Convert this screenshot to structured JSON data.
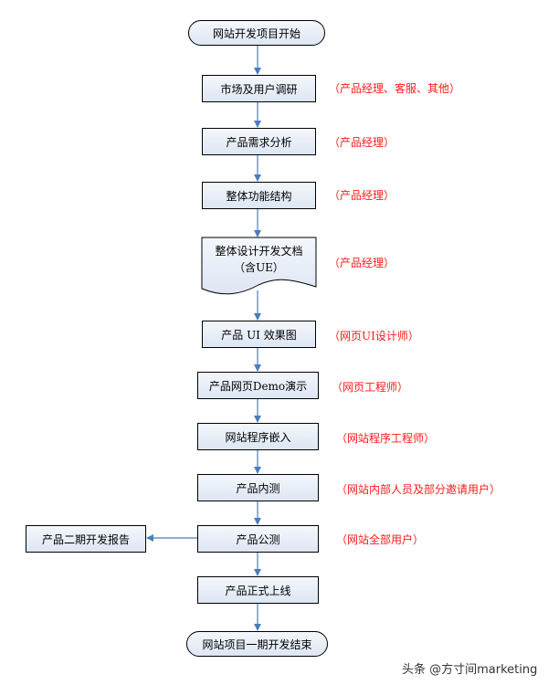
{
  "flow": {
    "start": "网站开发项目开始",
    "research": "市场及用户调研",
    "requirements": "产品需求分析",
    "structure": "整体功能结构",
    "design_doc_line1": "整体设计开发文档",
    "design_doc_line2": "（含UE）",
    "ui_design": "产品 UI 效果图",
    "demo": "产品网页Demo演示",
    "embed": "网站程序嵌入",
    "internal_test": "产品内测",
    "public_test": "产品公测",
    "report": "产品二期开发报告",
    "launch": "产品正式上线",
    "end": "网站项目一期开发结束"
  },
  "roles": {
    "research": "（产品经理、客服、其他）",
    "requirements": "（产品经理）",
    "structure": "（产品经理）",
    "design_doc": "（产品经理）",
    "ui_design": "（网页UI设计师）",
    "demo": "（网页工程师）",
    "embed": "（网站程序工程师）",
    "internal_test": "（网站内部人员及部分邀请用户）",
    "public_test": "（网站全部用户）"
  },
  "watermark": "头条 @方寸间marketing",
  "colors": {
    "arrow": "#4a7ebb",
    "note": "#ff1a1a",
    "box_top": "#f4f7fc",
    "box_bottom": "#dde6f3"
  }
}
